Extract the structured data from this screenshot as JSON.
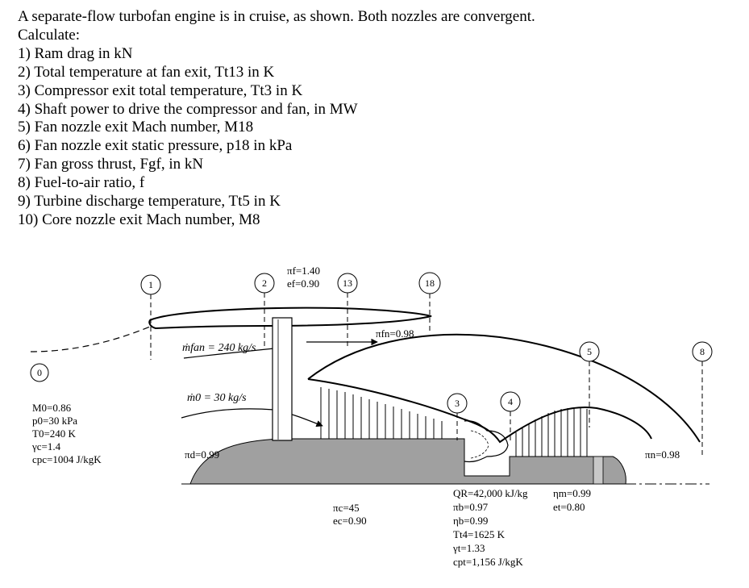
{
  "problem": {
    "intro": "A separate-flow turbofan engine is in cruise, as shown. Both nozzles are convergent.",
    "calculate": "Calculate:",
    "questions": [
      "1) Ram drag in kN",
      "2) Total temperature at fan exit, Tt13 in K",
      "3) Compressor exit total temperature, Tt3 in K",
      "4) Shaft power to drive the compressor and fan, in MW",
      "5) Fan nozzle exit Mach number, M18",
      "6) Fan nozzle exit static pressure, p18 in kPa",
      "7) Fan gross thrust, Fgf, in kN",
      "8) Fuel-to-air ratio, f",
      "9) Turbine discharge temperature, Tt5 in K",
      "10) Core nozzle exit Mach number, M8"
    ]
  },
  "diagram": {
    "stations": [
      "0",
      "1",
      "2",
      "13",
      "18",
      "3",
      "4",
      "5",
      "8"
    ],
    "freestream": [
      "M0=0.86",
      "p0=30 kPa",
      "T0=240 K",
      "γc=1.4",
      "cpc=1004 J/kgK"
    ],
    "fan": [
      "πf=1.40",
      "ef=0.90"
    ],
    "fan_nozzle": "πfn=0.98",
    "mdot_fan": "ṁfan = 240 kg/s",
    "mdot_core": "ṁ0 = 30 kg/s",
    "inlet": "πd=0.99",
    "compressor": [
      "πc=45",
      "ec=0.90"
    ],
    "burner": [
      "QR=42,000 kJ/kg",
      "πb=0.97",
      "ηb=0.99",
      "Tt4=1625 K",
      "γt=1.33",
      "cpt=1,156 J/kgK"
    ],
    "turbine": [
      "ηm=0.99",
      "et=0.80"
    ],
    "core_nozzle": "πn=0.98"
  }
}
